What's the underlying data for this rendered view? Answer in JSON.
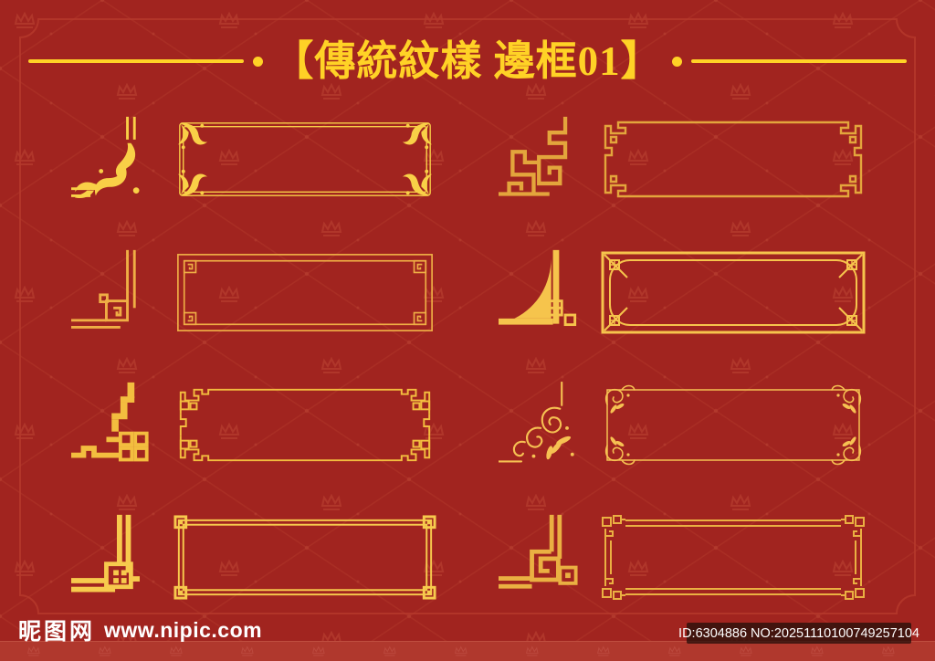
{
  "title": {
    "text": "【傳統紋樣 邊框01】"
  },
  "frames": [
    {
      "name": "baroque-flourish-frame",
      "corner_icon": "flourish-corner-icon"
    },
    {
      "name": "greek-key-meander-frame",
      "corner_icon": "meander-corner-icon"
    },
    {
      "name": "square-spiral-frame",
      "corner_icon": "square-spiral-corner-icon"
    },
    {
      "name": "angular-blade-frame",
      "corner_icon": "angular-blade-corner-icon"
    },
    {
      "name": "stepped-block-frame",
      "corner_icon": "stepped-corner-icon"
    },
    {
      "name": "floral-curl-frame",
      "corner_icon": "floral-curl-corner-icon"
    },
    {
      "name": "interlock-knot-frame",
      "corner_icon": "interlock-corner-icon"
    },
    {
      "name": "spiral-knot-frame",
      "corner_icon": "spiral-knot-corner-icon"
    }
  ],
  "footer": {
    "logo_text": "昵图网",
    "site_url": "www.nipic.com",
    "id_text": "ID:6304886 NO:20251110100749257104"
  },
  "colors": {
    "background_red": "#a1241f",
    "pattern_red": "#b33a2b",
    "bar_red": "#b0382d",
    "title_gold": "#ffd226",
    "gold1": "#f9d047",
    "gold2": "#e3a53c",
    "gold3": "#efae45",
    "gold4": "#f6c44c",
    "gold5": "#f3bd3f",
    "gold6": "#f6c152",
    "gold7": "#f7ca4d",
    "gold8": "#eab042",
    "idbox_bg": "rgba(40,15,10,0.78)"
  }
}
